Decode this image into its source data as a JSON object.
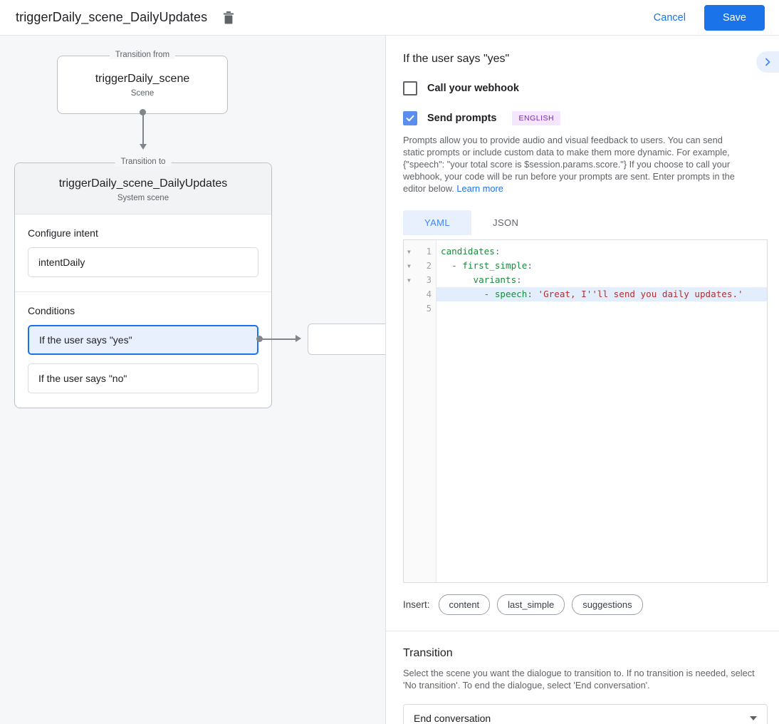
{
  "topbar": {
    "title": "triggerDaily_scene_DailyUpdates",
    "delete_icon": "trash-icon",
    "cancel_label": "Cancel",
    "save_label": "Save",
    "accent_color": "#1a73e8"
  },
  "canvas": {
    "from_node": {
      "legend": "Transition from",
      "title": "triggerDaily_scene",
      "subtitle": "Scene"
    },
    "to_node": {
      "legend": "Transition to",
      "title": "triggerDaily_scene_DailyUpdates",
      "subtitle": "System scene"
    },
    "intent_section": {
      "label": "Configure intent",
      "value": "intentDaily"
    },
    "conditions_section": {
      "label": "Conditions",
      "items": [
        {
          "label": "If the user says \"yes\"",
          "selected": true
        },
        {
          "label": "If the user says \"no\"",
          "selected": false
        }
      ]
    }
  },
  "panel": {
    "title": "If the user says \"yes\"",
    "collapse_icon": "chevron-right-icon",
    "webhook": {
      "label": "Call your webhook",
      "checked": false
    },
    "prompts": {
      "label": "Send prompts",
      "checked": true,
      "badge": "ENGLISH",
      "badge_bg": "#f4e7fd",
      "badge_color": "#7327b5",
      "help_text": "Prompts allow you to provide audio and visual feedback to users. You can send static prompts or include custom data to make them more dynamic. For example, {\"speech\": \"your total score is $session.params.score.\"} If you choose to call your webhook, your code will be run before your prompts are sent. Enter prompts in the editor below. ",
      "help_link": "Learn more"
    },
    "editor": {
      "tabs": [
        {
          "label": "YAML",
          "active": true
        },
        {
          "label": "JSON",
          "active": false
        }
      ],
      "lines": [
        {
          "number": "1",
          "fold": true,
          "active": false,
          "indent": "",
          "key": "candidates",
          "colon": ":",
          "value": ""
        },
        {
          "number": "2",
          "fold": true,
          "active": false,
          "indent": "  - ",
          "key": "first_simple",
          "colon": ":",
          "value": ""
        },
        {
          "number": "3",
          "fold": true,
          "active": false,
          "indent": "      ",
          "key": "variants",
          "colon": ":",
          "value": ""
        },
        {
          "number": "4",
          "fold": false,
          "active": true,
          "indent": "        - ",
          "key": "speech",
          "colon": ": ",
          "value": "'Great, I''ll send you daily updates.'"
        },
        {
          "number": "5",
          "fold": false,
          "active": false,
          "indent": "",
          "key": "",
          "colon": "",
          "value": ""
        }
      ]
    },
    "insert": {
      "label": "Insert:",
      "chips": [
        "content",
        "last_simple",
        "suggestions"
      ]
    },
    "transition": {
      "title": "Transition",
      "description": "Select the scene you want the dialogue to transition to. If no transition is needed, select 'No transition'. To end the dialogue, select 'End conversation'.",
      "selected": "End conversation"
    }
  }
}
